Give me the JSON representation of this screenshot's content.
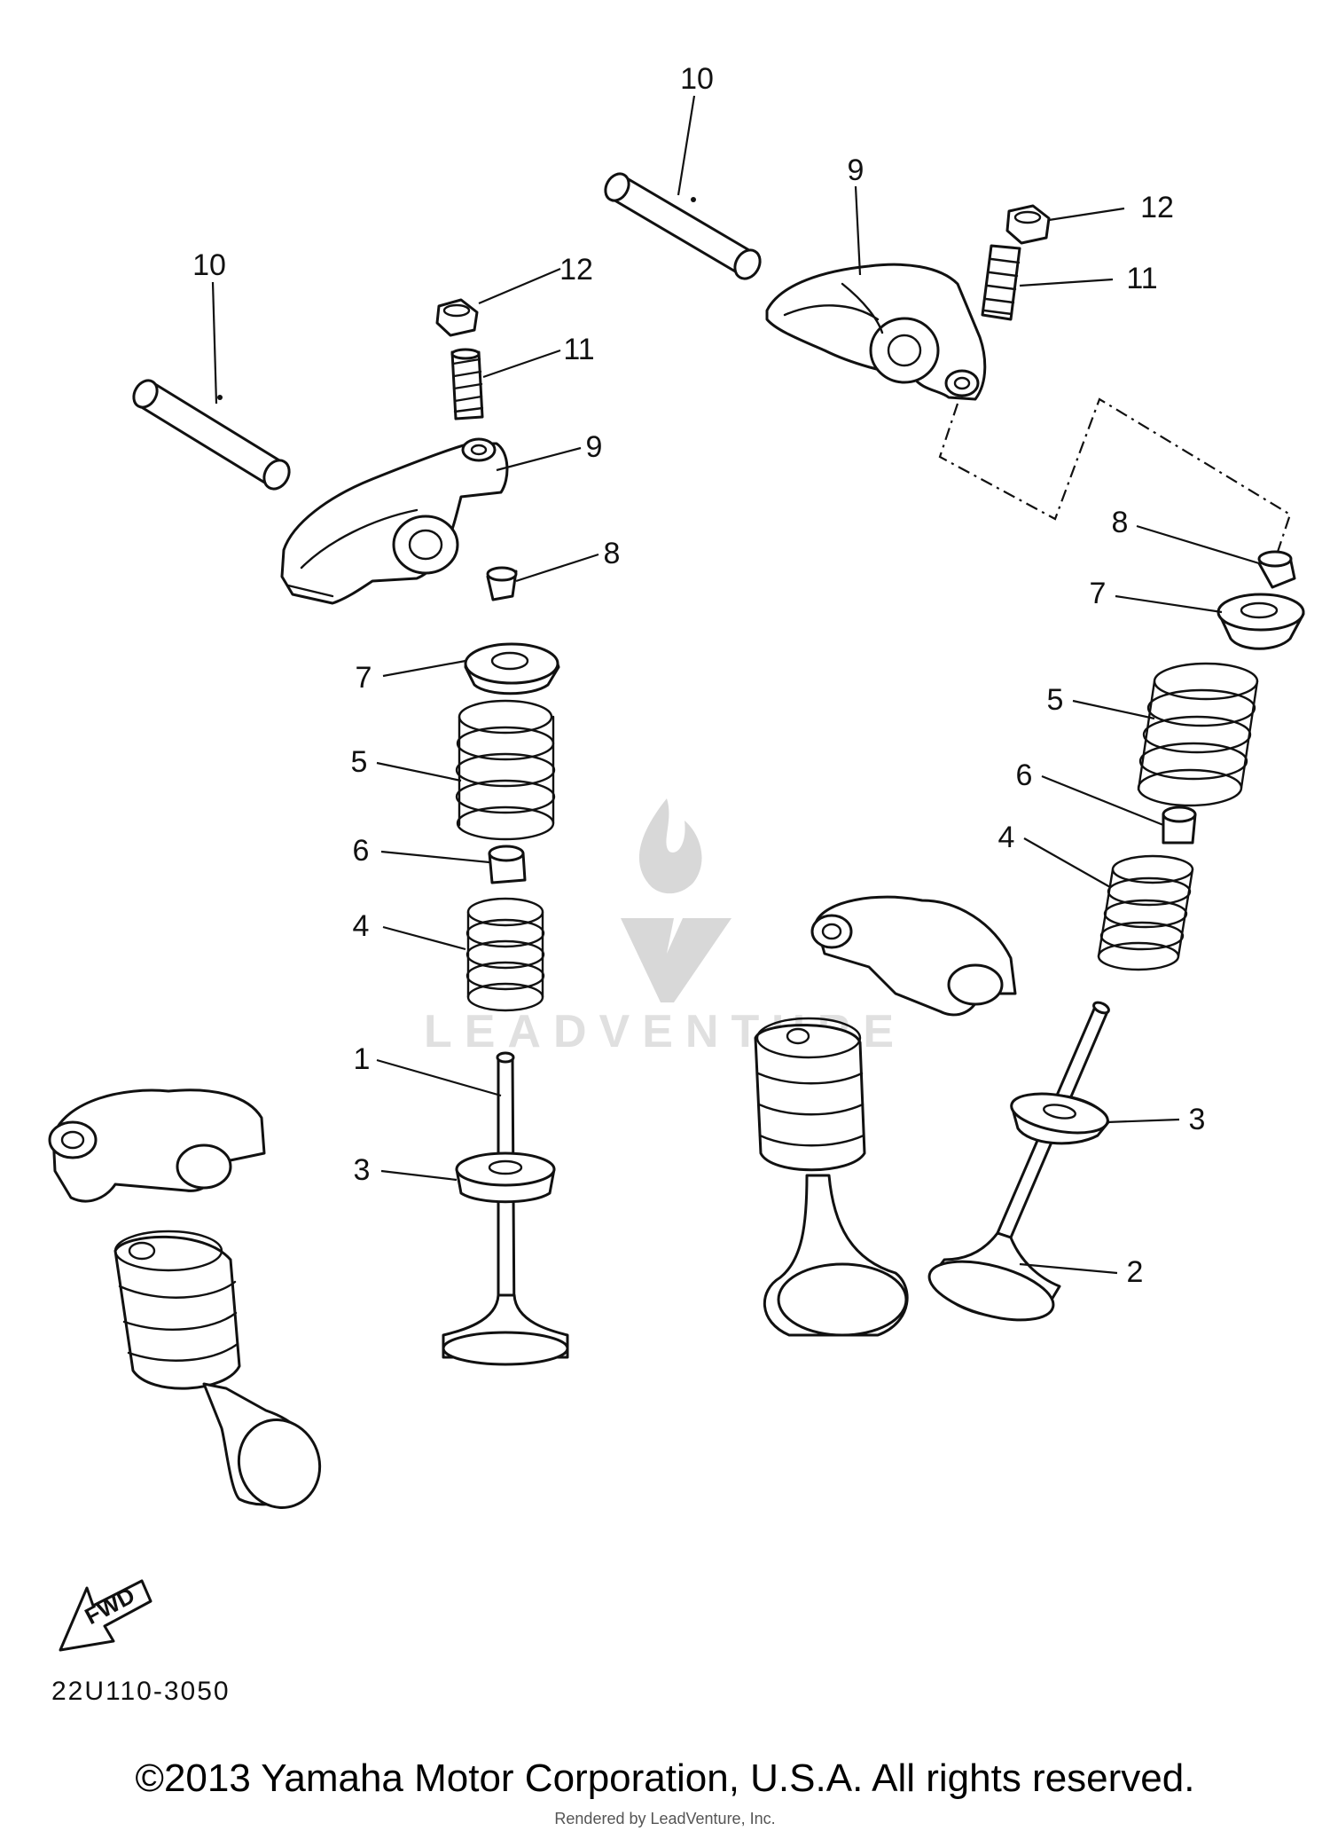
{
  "watermark": {
    "brand": "LEADVENTURE"
  },
  "callouts": {
    "left": {
      "p1": "1",
      "p3": "3",
      "p4": "4",
      "p5": "5",
      "p6": "6",
      "p7": "7",
      "p8": "8",
      "p9": "9",
      "p10": "10",
      "p11": "11",
      "p12": "12"
    },
    "right": {
      "p2": "2",
      "p3": "3",
      "p4": "4",
      "p5": "5",
      "p6": "6",
      "p7": "7",
      "p8": "8",
      "p9": "9",
      "p10": "10",
      "p11": "11",
      "p12": "12"
    }
  },
  "direction_label": "FWD",
  "diagram_code": "22U110-3050",
  "copyright": "©2013 Yamaha Motor Corporation, U.S.A. All rights reserved.",
  "rendered_by": "Rendered by LeadVenture, Inc."
}
